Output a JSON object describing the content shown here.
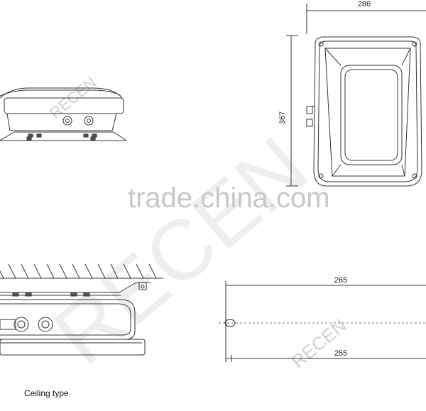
{
  "dimensions": {
    "width_top": "286",
    "height_side": "367",
    "length_outer": "265",
    "length_inner": "255"
  },
  "caption": "Ceiling type",
  "watermarks": {
    "site": "trade.china.com",
    "brand": "RECEN"
  },
  "colors": {
    "line": "#333333",
    "watermark": "#cfcfcf"
  }
}
